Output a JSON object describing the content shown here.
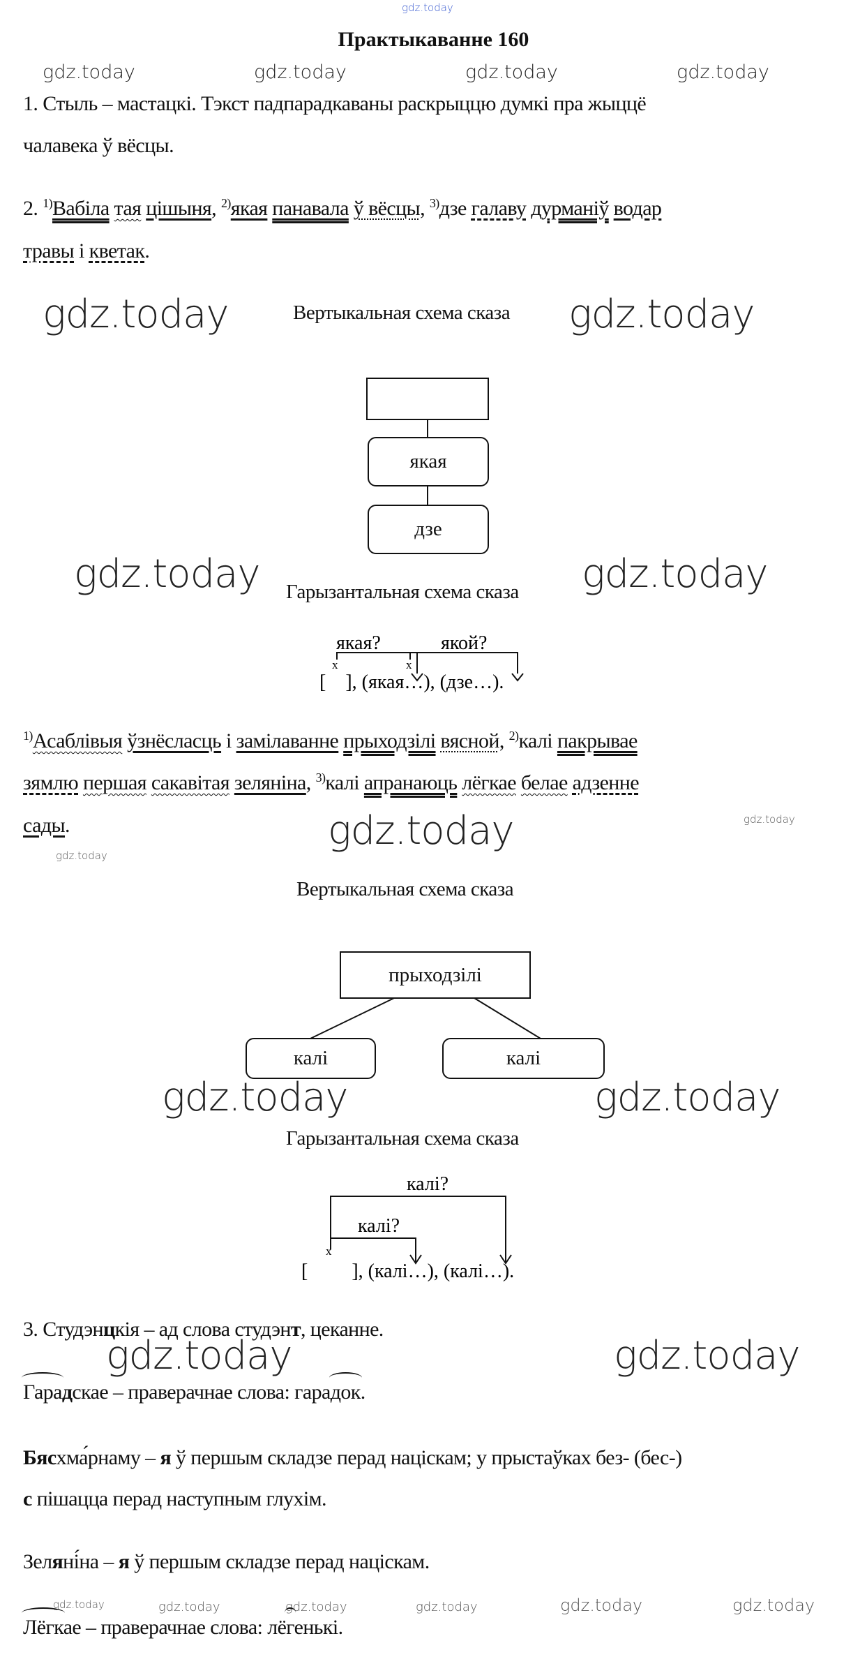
{
  "watermark": "gdz.today",
  "title": "Практыкаванне 160",
  "item1": {
    "line1": "1. Стыль – мастацкі. Тэкст падпарадкаваны раскрыццю думкі пра жыццё",
    "line2": "чалавека ў вёсцы."
  },
  "item2": {
    "lines": [
      [
        {
          "t": "2. "
        },
        {
          "t": "1)",
          "sup": true
        },
        {
          "t": "Вабіла",
          "u": "double"
        },
        {
          "t": " "
        },
        {
          "t": "тая",
          "u": "wavy"
        },
        {
          "t": " "
        },
        {
          "t": "цішыня",
          "u": "solid"
        },
        {
          "t": ", "
        },
        {
          "t": "2)",
          "sup": true
        },
        {
          "t": "якая",
          "u": "solid"
        },
        {
          "t": " "
        },
        {
          "t": "панавала",
          "u": "double"
        },
        {
          "t": " "
        },
        {
          "t": "ў вёсцы",
          "u": "dashdot"
        },
        {
          "t": ", "
        },
        {
          "t": "3)",
          "sup": true
        },
        {
          "t": "дзе "
        },
        {
          "t": "галаву",
          "u": "dashed"
        },
        {
          "t": " "
        },
        {
          "t": "дурманіў",
          "u": "double"
        },
        {
          "t": " "
        },
        {
          "t": "водар",
          "u": "solid"
        }
      ],
      [
        {
          "t": "травы",
          "u": "dashed"
        },
        {
          "t": " і "
        },
        {
          "t": "кветак",
          "u": "dashed"
        },
        {
          "t": "."
        }
      ]
    ],
    "vertical_caption": "Вертыкальная схема сказа",
    "boxes": [
      "",
      "якая",
      "дзе"
    ],
    "horizontal_caption": "Гарызантальная схема сказа",
    "scheme": {
      "q1": "якая?",
      "q2": "якой?",
      "x": "x",
      "line": "[    ], (якая…), (дзе…)."
    }
  },
  "item2b": {
    "lines": [
      [
        {
          "t": "1)",
          "sup": true
        },
        {
          "t": "Асаблівыя",
          "u": "wavy"
        },
        {
          "t": " "
        },
        {
          "t": "ўзнёсласць",
          "u": "solid"
        },
        {
          "t": " і "
        },
        {
          "t": "замілаванне",
          "u": "solid"
        },
        {
          "t": " "
        },
        {
          "t": "прыходзілі",
          "u": "double"
        },
        {
          "t": " "
        },
        {
          "t": "вясной",
          "u": "dashdot"
        },
        {
          "t": ", "
        },
        {
          "t": "2)",
          "sup": true
        },
        {
          "t": "калі "
        },
        {
          "t": "пакрывае",
          "u": "double"
        }
      ],
      [
        {
          "t": "зямлю",
          "u": "dashed"
        },
        {
          "t": " "
        },
        {
          "t": "першая",
          "u": "wavy"
        },
        {
          "t": " "
        },
        {
          "t": "сакавітая",
          "u": "wavy"
        },
        {
          "t": " "
        },
        {
          "t": "зеляніна",
          "u": "solid"
        },
        {
          "t": ", "
        },
        {
          "t": "3)",
          "sup": true
        },
        {
          "t": "калі "
        },
        {
          "t": "апранаюць",
          "u": "double"
        },
        {
          "t": " "
        },
        {
          "t": "лёгкае",
          "u": "wavy"
        },
        {
          "t": " "
        },
        {
          "t": "белае",
          "u": "wavy"
        },
        {
          "t": " "
        },
        {
          "t": "адзенне",
          "u": "dashed"
        }
      ],
      [
        {
          "t": "сады",
          "u": "solid"
        },
        {
          "t": "."
        }
      ]
    ],
    "vertical_caption": "Вертыкальная схема сказа",
    "boxes": [
      "прыходзілі",
      "калі",
      "калі"
    ],
    "horizontal_caption": "Гарызантальная схема сказа",
    "scheme": {
      "q1": "калі?",
      "q2": "калі?",
      "x": "x",
      "line": "[         ], (калі…), (калі…)."
    }
  },
  "item3": {
    "lines": [
      [
        {
          "t": "3. Студэн"
        },
        {
          "t": "ц",
          "b": true
        },
        {
          "t": "кія – ад слова студэн"
        },
        {
          "t": "т",
          "b": true
        },
        {
          "t": ", цеканне."
        }
      ],
      [
        {
          "t": "Гара",
          "arc": true
        },
        {
          "t": "д",
          "b": true
        },
        {
          "t": "скае – праверачнае слова: гара"
        },
        {
          "t": "док",
          "arc": true
        },
        {
          "t": "."
        }
      ],
      [
        {
          "t": "Бяс",
          "b": true
        },
        {
          "t": "хма́рнаму – "
        },
        {
          "t": "я",
          "b": true
        },
        {
          "t": " ў першым складзе перад націскам; у прыстаўках без- (бес-)"
        }
      ],
      [
        {
          "t": "с",
          "b": true
        },
        {
          "t": " пішацца перад наступным глухім."
        }
      ],
      [
        {
          "t": "Зел"
        },
        {
          "t": "я",
          "b": true
        },
        {
          "t": "ні́на – "
        },
        {
          "t": "я",
          "b": true
        },
        {
          "t": " ў першым складзе перад націскам."
        }
      ],
      [
        {
          "t": "Лёгк",
          "arc": true
        },
        {
          "t": "ае – праверачнае слова: лё"
        },
        {
          "t": "г",
          "arc": true
        },
        {
          "t": "енькі."
        }
      ]
    ]
  }
}
